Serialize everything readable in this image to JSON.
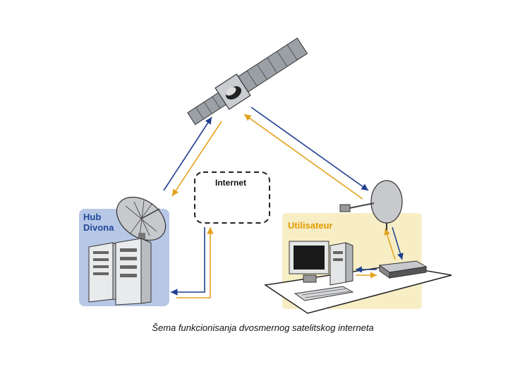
{
  "diagram": {
    "hub": {
      "label_line1": "Hub",
      "label_line2": "Divona"
    },
    "internet": {
      "label": "Internet"
    },
    "user": {
      "label": "Utilisateur"
    },
    "caption": "Šema funkcionisanja dvosmernog satelitskog interneta"
  },
  "colors": {
    "hub_panel": "#b7c7e6",
    "user_panel": "#f7eec5",
    "arrow_blue": "#1f3f8f",
    "arrow_orange": "#e3a21e"
  },
  "icons": [
    "satellite-icon",
    "dish-icon",
    "server-icon",
    "cloud-box",
    "computer-icon",
    "modem-icon",
    "keyboard-icon"
  ]
}
